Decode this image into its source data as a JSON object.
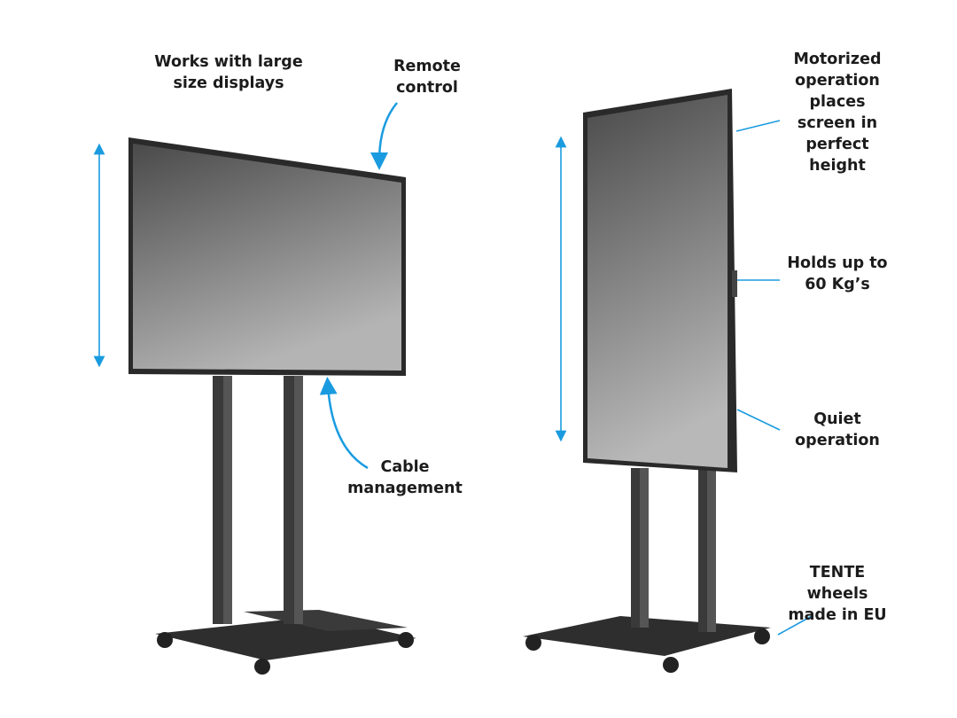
{
  "labels": {
    "large_displays": "Works with large\nsize displays",
    "remote_control": "Remote\ncontrol",
    "cable_management": "Cable\nmanagement",
    "motorized": "Motorized\noperation places\nscreen in perfect\nheight",
    "holds": "Holds up to\n60 Kg’s",
    "quiet": "Quiet\noperation",
    "wheels": "TENTE wheels\nmade in EU"
  },
  "colors": {
    "accent": "#1a9be0",
    "frame": "#2a2a2a",
    "stand": "#333333"
  }
}
